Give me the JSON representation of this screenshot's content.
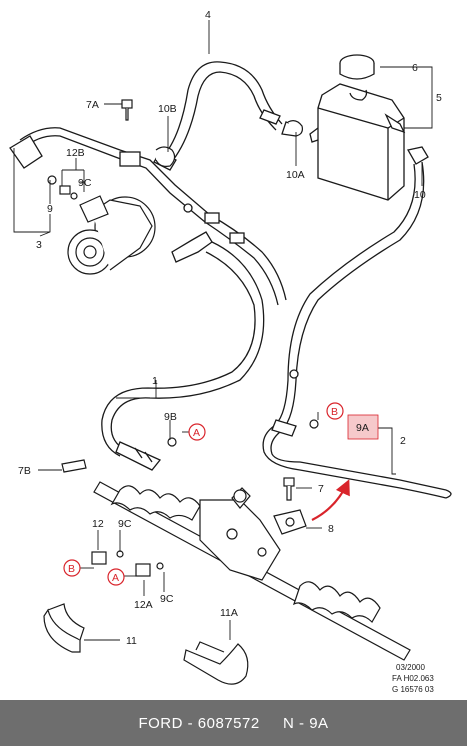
{
  "labels": {
    "l4": "4",
    "l6": "6",
    "l5": "5",
    "l7A": "7A",
    "l10B": "10B",
    "l10A": "10A",
    "l10": "10",
    "l12B": "12B",
    "l9C_top": "9C",
    "l9_left": "9",
    "l3": "3",
    "l1": "1",
    "l9B": "9B",
    "lA_top": "A",
    "lB_mid": "B",
    "l9A": "9A",
    "l2": "2",
    "l7B": "7B",
    "l7": "7",
    "l8": "8",
    "l12": "12",
    "l9C_mid": "9C",
    "lB_low": "B",
    "lA_low": "A",
    "l12A": "12A",
    "l9C_low": "9C",
    "l11A": "11A",
    "l11": "11"
  },
  "meta": {
    "date": "03/2000",
    "ref1": "FA H02.063",
    "ref2": "G 16576 03"
  },
  "footer": {
    "brand": "FORD",
    "separator": " - ",
    "part_number": "6087572",
    "gap": "     ",
    "suffix": "N - 9A"
  },
  "colors": {
    "callout_red": "#d9242b",
    "highlight_fill": "#f6c9cb",
    "footer_bg": "#6e6e6e",
    "line": "#1a1a1a"
  }
}
